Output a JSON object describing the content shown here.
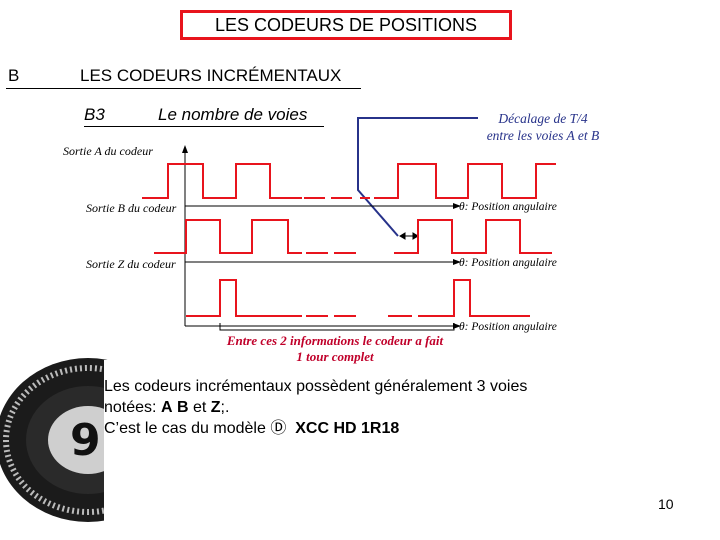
{
  "title": "LES CODEURS DE POSITIONS",
  "section": {
    "letter": "B",
    "title": "LES CODEURS INCRÉMENTAUX"
  },
  "subsection": {
    "number": "B3",
    "title": "Le nombre de voies"
  },
  "phase_note": {
    "line1": "Décalage de T/4",
    "line2": "entre les voies A et B"
  },
  "signals": [
    {
      "label": "Sortie A du codeur"
    },
    {
      "label": "Sortie B du codeur",
      "axis_label": "θ: Position angulaire"
    },
    {
      "label": "Sortie Z du codeur",
      "axis_label": "θ: Position angulaire"
    }
  ],
  "z_axis_label": "θ: Position angulaire",
  "note_under": {
    "line1": "Entre ces 2 informations le codeur a fait",
    "line2": "1 tour complet"
  },
  "description": {
    "line1": "Les codeurs incrémentaux possèdent généralement 3 voies",
    "line2_prefix": "notées: ",
    "line2_a": "A",
    "line2_b": "B",
    "line2_mid": " et ",
    "line2_z": "Z",
    "line2_suffix": ";.",
    "line3_prefix": "C’est le cas du modèle ",
    "line3_symbol": "Ⓓ",
    "line3_model": "XCC HD 1R18"
  },
  "page_number": "10",
  "colors": {
    "title_border": "#e8141d",
    "signal": "#e8141d",
    "annotation": "#27328a",
    "note": "#c0002a"
  },
  "icons": {
    "encoder_disc": "encoder-disc-image"
  }
}
